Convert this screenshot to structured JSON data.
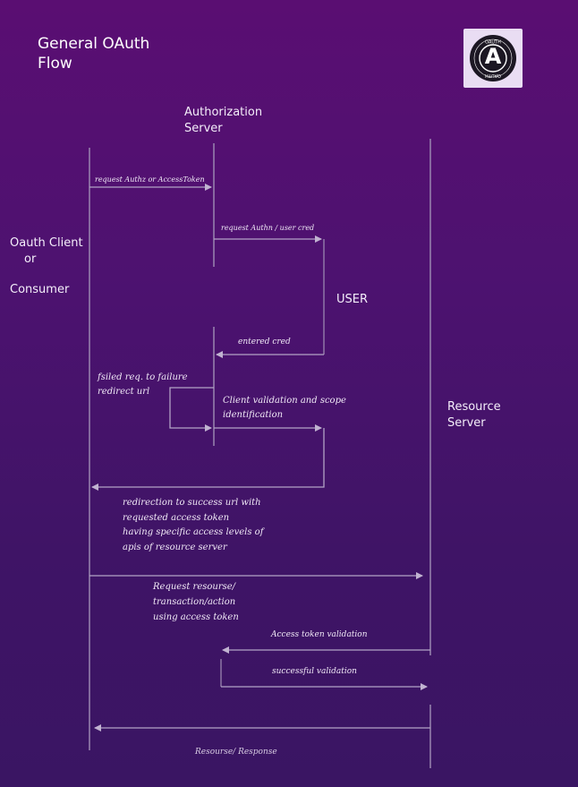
{
  "title": "General OAuth Flow",
  "title_lines": [
    "General OAuth",
    "Flow"
  ],
  "logo": {
    "icon": "oauth-logo-icon",
    "ring_text_top": "OAUTH",
    "ring_text_bottom": "OAUTH",
    "letter": "A"
  },
  "actors": {
    "authorization_server": [
      "Authorization",
      "Server"
    ],
    "client": [
      "Oauth Client",
      "or",
      "Consumer"
    ],
    "user": "USER",
    "resource_server": [
      "Resource",
      "Server"
    ]
  },
  "messages": {
    "request_authz": "request Authz or AccessToken",
    "request_authn": "request Authn / user cred",
    "entered_cred": "entered cred",
    "failed_redirect": [
      "fsiled req. to failure",
      "redirect url"
    ],
    "client_validation": [
      "Client validation and scope",
      "identification"
    ],
    "success_redirect": [
      "redirection to success url with",
      "requested access token",
      "having specific access levels of",
      "apis of resource server"
    ],
    "request_resource": [
      "Request resourse/",
      "transaction/action",
      "using access token"
    ],
    "token_validation": "Access token validation",
    "successful_validation": "successful validation",
    "resource_response": "Resourse/ Response"
  },
  "colors": {
    "background_top": "#5a0e72",
    "background_bottom": "#3a1563",
    "lifeline": "#9a86b0",
    "arrow": "#b3a3c6",
    "text": "#ffffff"
  }
}
